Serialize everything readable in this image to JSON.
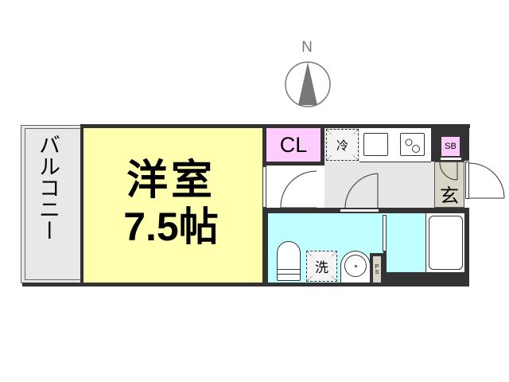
{
  "compass": {
    "label": "N",
    "icon": "north-arrow-icon"
  },
  "rooms": {
    "balcony": {
      "label": "バルコニー",
      "color": "#e8e8e8"
    },
    "western_room": {
      "name": "洋室",
      "size": "7.5帖",
      "color": "#ffffb0"
    },
    "closet": {
      "label": "CL",
      "color": "#ffccff"
    },
    "fridge": {
      "label": "冷"
    },
    "shoe_box": {
      "label": "SB",
      "color": "#ffccff"
    },
    "entrance": {
      "label": "玄",
      "color": "#d9d6c7"
    },
    "washer": {
      "label": "洗"
    },
    "pipe_space": {
      "label": "PS"
    },
    "hallway": {
      "color": "#e6e6e6"
    },
    "bath_area": {
      "color": "#bfffff"
    }
  },
  "colors": {
    "wall": "#333333",
    "line": "#000000"
  }
}
